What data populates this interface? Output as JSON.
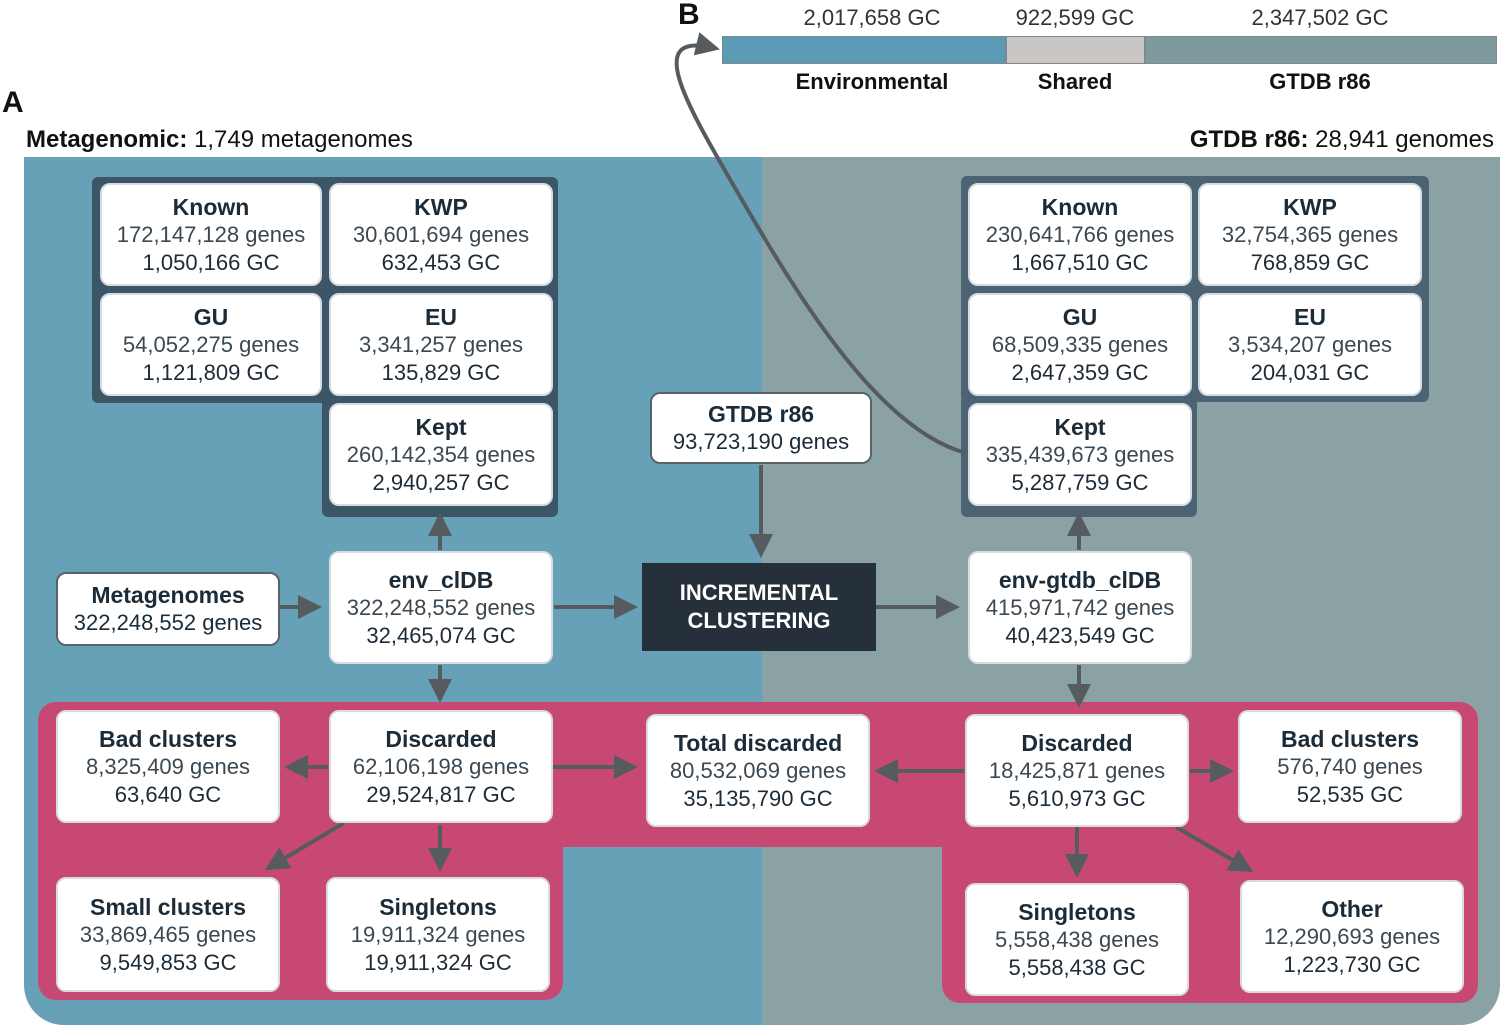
{
  "panel_a": "A",
  "panel_b": "B",
  "bar": {
    "segments": [
      {
        "value": "2,017,658 GC",
        "label": "Environmental",
        "color": "#5b9bb5"
      },
      {
        "value": "922,599 GC",
        "label": "Shared",
        "color": "#c9c6c3"
      },
      {
        "value": "2,347,502 GC",
        "label": "GTDB r86",
        "color": "#7f9a9d"
      }
    ]
  },
  "left_header": {
    "bold": "Metagenomic:",
    "rest": " 1,749 metagenomes"
  },
  "right_header": {
    "bold": "GTDB r86:",
    "rest": " 28,941 genomes"
  },
  "left": {
    "known": {
      "title": "Known",
      "genes": "172,147,128 genes",
      "gc": "1,050,166 GC"
    },
    "kwp": {
      "title": "KWP",
      "genes": "30,601,694 genes",
      "gc": "632,453 GC"
    },
    "gu": {
      "title": "GU",
      "genes": "54,052,275 genes",
      "gc": "1,121,809 GC"
    },
    "eu": {
      "title": "EU",
      "genes": "3,341,257 genes",
      "gc": "135,829 GC"
    },
    "kept": {
      "title": "Kept",
      "genes": "260,142,354 genes",
      "gc": "2,940,257 GC"
    },
    "metagenomes": {
      "title": "Metagenomes",
      "genes": "322,248,552 genes"
    },
    "env_cldb": {
      "title": "env_clDB",
      "genes": "322,248,552 genes",
      "gc": "32,465,074 GC"
    },
    "discarded": {
      "title": "Discarded",
      "genes": "62,106,198 genes",
      "gc": "29,524,817 GC"
    },
    "bad": {
      "title": "Bad clusters",
      "genes": "8,325,409 genes",
      "gc": "63,640 GC"
    },
    "small": {
      "title": "Small clusters",
      "genes": "33,869,465 genes",
      "gc": "9,549,853 GC"
    },
    "singletons": {
      "title": "Singletons",
      "genes": "19,911,324 genes",
      "gc": "19,911,324 GC"
    }
  },
  "center": {
    "gtdb": {
      "title": "GTDB r86",
      "genes": "93,723,190 genes"
    },
    "incremental": {
      "line1": "INCREMENTAL",
      "line2": "CLUSTERING"
    },
    "total": {
      "title": "Total discarded",
      "genes": "80,532,069 genes",
      "gc": "35,135,790 GC"
    }
  },
  "right": {
    "known": {
      "title": "Known",
      "genes": "230,641,766 genes",
      "gc": "1,667,510 GC"
    },
    "kwp": {
      "title": "KWP",
      "genes": "32,754,365 genes",
      "gc": "768,859 GC"
    },
    "gu": {
      "title": "GU",
      "genes": "68,509,335 genes",
      "gc": "2,647,359 GC"
    },
    "eu": {
      "title": "EU",
      "genes": "3,534,207 genes",
      "gc": "204,031 GC"
    },
    "kept": {
      "title": "Kept",
      "genes": "335,439,673 genes",
      "gc": "5,287,759 GC"
    },
    "env_gtdb": {
      "title": "env-gtdb_clDB",
      "genes": "415,971,742 genes",
      "gc": "40,423,549 GC"
    },
    "discarded": {
      "title": "Discarded",
      "genes": "18,425,871 genes",
      "gc": "5,610,973 GC"
    },
    "bad": {
      "title": "Bad clusters",
      "genes": "576,740 genes",
      "gc": "52,535 GC"
    },
    "singletons": {
      "title": "Singletons",
      "genes": "5,558,438 genes",
      "gc": "5,558,438 GC"
    },
    "other": {
      "title": "Other",
      "genes": "12,290,693 genes",
      "gc": "1,223,730 GC"
    }
  }
}
